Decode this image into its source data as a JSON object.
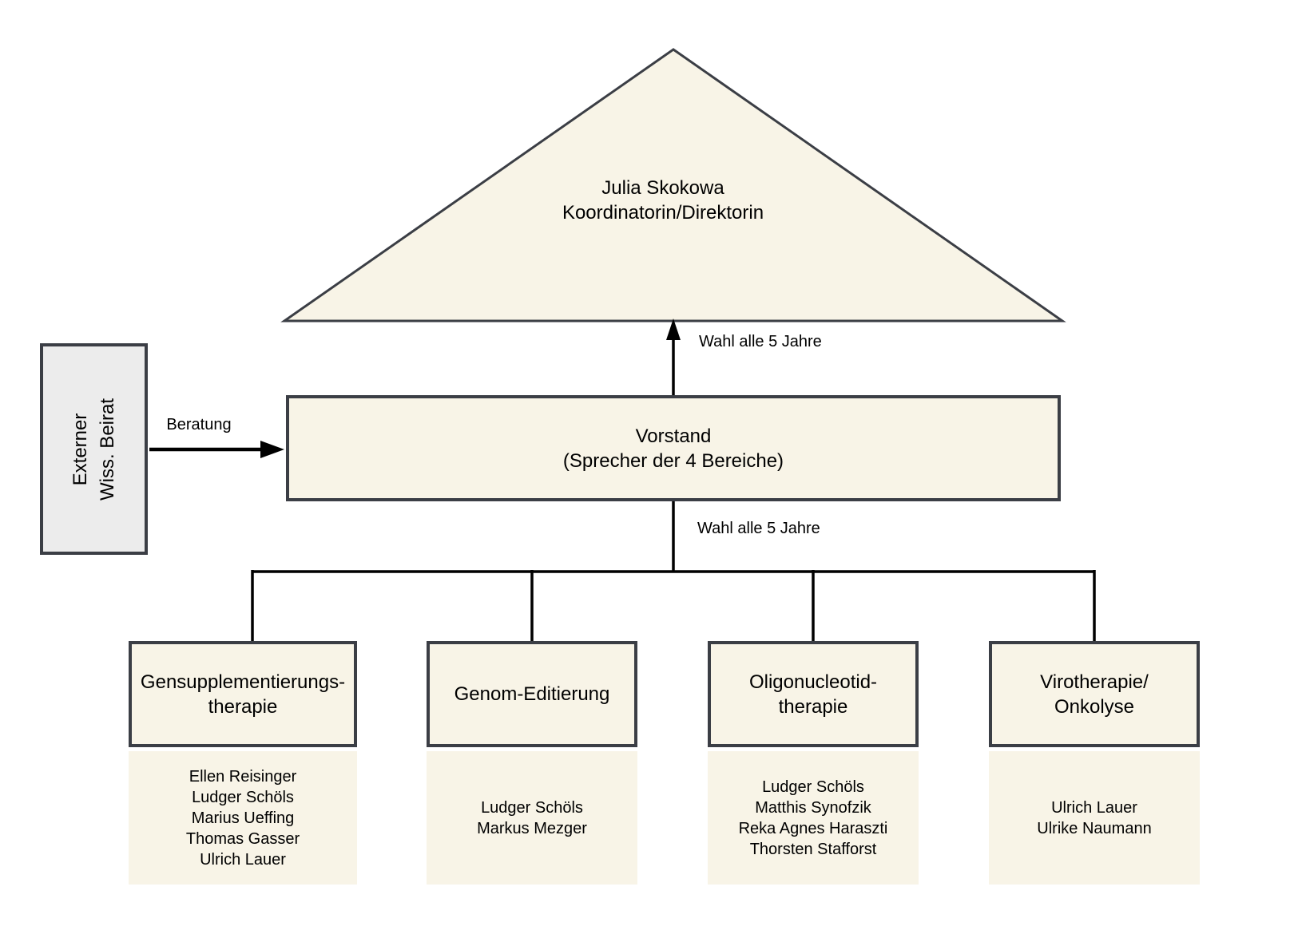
{
  "director": {
    "name": "Julia Skokowa",
    "role": "Koordinatorin/Direktorin"
  },
  "board": {
    "title": "Vorstand",
    "subtitle": "(Sprecher der 4 Bereiche)"
  },
  "advisory_board": {
    "line1": "Externer",
    "line2": "Wiss. Beirat"
  },
  "edge_labels": {
    "election_top": "Wahl alle 5 Jahre",
    "election_bottom": "Wahl alle 5 Jahre",
    "advice": "Beratung"
  },
  "sections": [
    {
      "title_lines": [
        "Gensupplementierungs-",
        "therapie"
      ],
      "members": [
        "Ellen Reisinger",
        "Ludger Schöls",
        "Marius Ueffing",
        "Thomas Gasser",
        "Ulrich Lauer"
      ]
    },
    {
      "title_lines": [
        "Genom-Editierung"
      ],
      "members": [
        "Ludger Schöls",
        "Markus Mezger"
      ]
    },
    {
      "title_lines": [
        "Oligonucleotid-",
        "therapie"
      ],
      "members": [
        "Ludger Schöls",
        "Matthis Synofzik",
        "Reka Agnes Haraszti",
        "Thorsten Stafforst"
      ]
    },
    {
      "title_lines": [
        "Virotherapie/",
        "Onkolyse"
      ],
      "members": [
        "Ulrich Lauer",
        "Ulrike Naumann"
      ]
    }
  ],
  "colors": {
    "node_fill_cream": "#F8F4E7",
    "node_fill_gray": "#ECECEC",
    "node_border": "#3B3E45",
    "connector": "#000000"
  }
}
